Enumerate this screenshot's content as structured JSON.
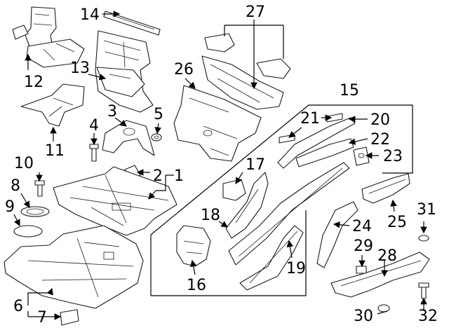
{
  "diagram": {
    "background": "#ffffff",
    "line_color": "#1a1a1a",
    "callouts": [
      "1",
      "2",
      "3",
      "4",
      "5",
      "6",
      "7",
      "8",
      "9",
      "10",
      "11",
      "12",
      "13",
      "14",
      "15",
      "16",
      "17",
      "18",
      "19",
      "20",
      "21",
      "22",
      "23",
      "24",
      "25",
      "26",
      "27",
      "28",
      "29",
      "30",
      "31",
      "32"
    ]
  }
}
